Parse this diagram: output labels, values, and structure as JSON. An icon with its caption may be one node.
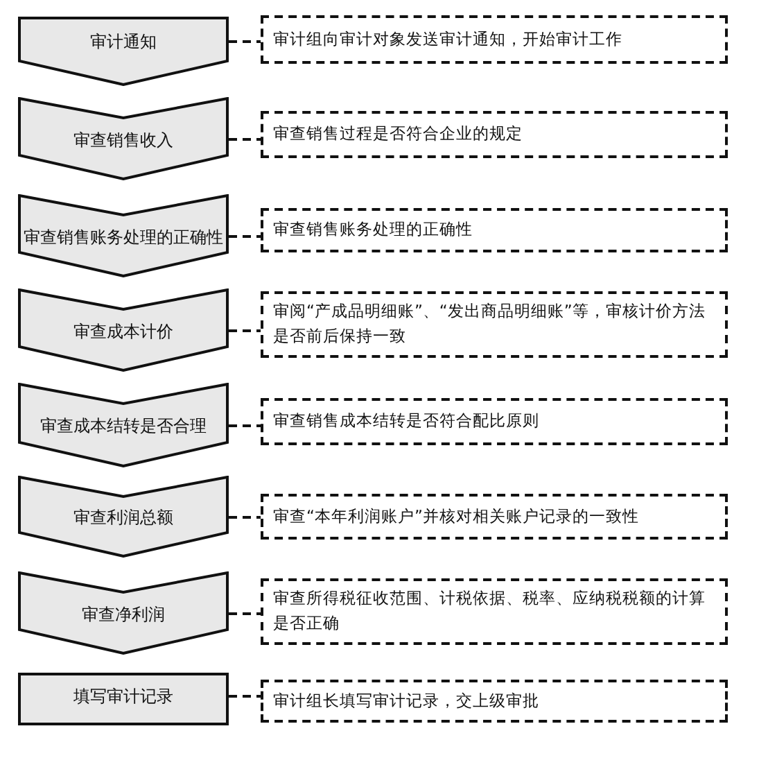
{
  "diagram": {
    "nodes": [
      {
        "text": [
          "审计通知"
        ]
      },
      {
        "text": [
          "审计组向审计对象发送审计通知，开始审计工作"
        ]
      },
      {
        "text": [
          "审查销售收入"
        ]
      },
      {
        "text": [
          "审查销售过程是否符合企业的规定"
        ]
      },
      {
        "text": [
          "审查销售账务处理的正确性"
        ]
      },
      {
        "text": [
          "审查销售账务处理的正确性"
        ]
      },
      {
        "text": [
          "审查成本计价"
        ]
      },
      {
        "text": [
          "审阅“产成品明细账”、“发出商品明细账”等，审核计价方法是否前后保持一致"
        ]
      },
      {
        "text": [
          "审查成本结转是否合理"
        ]
      },
      {
        "text": [
          "审查销售成本结转是否符合配比原则"
        ]
      },
      {
        "text": [
          "审查利润总额"
        ]
      },
      {
        "text": [
          "审查“本年利润账户”并核对相关账户记录的一致性"
        ]
      },
      {
        "text": [
          "审查净利润"
        ]
      },
      {
        "text": [
          "审查所得税征收范围、计税依据、税率、应纳税税额的计算是否正确"
        ]
      },
      {
        "text": [
          "填写审计记录"
        ]
      },
      {
        "text": [
          "审计组长填写审计记录，交上级审批"
        ]
      }
    ],
    "edges": [
      {
        "from": 0,
        "to": 1,
        "arrow": "none",
        "style": "dashed"
      },
      {
        "from": 2,
        "to": 3,
        "arrow": "none",
        "style": "dashed"
      },
      {
        "from": 4,
        "to": 5,
        "arrow": "none",
        "style": "dashed"
      },
      {
        "from": 6,
        "to": 7,
        "arrow": "none",
        "style": "dashed"
      },
      {
        "from": 8,
        "to": 9,
        "arrow": "none",
        "style": "dashed"
      },
      {
        "from": 10,
        "to": 11,
        "arrow": "none",
        "style": "dashed"
      },
      {
        "from": 12,
        "to": 13,
        "arrow": "none",
        "style": "dashed"
      },
      {
        "from": 14,
        "to": 15,
        "arrow": "none",
        "style": "dashed"
      }
    ]
  }
}
